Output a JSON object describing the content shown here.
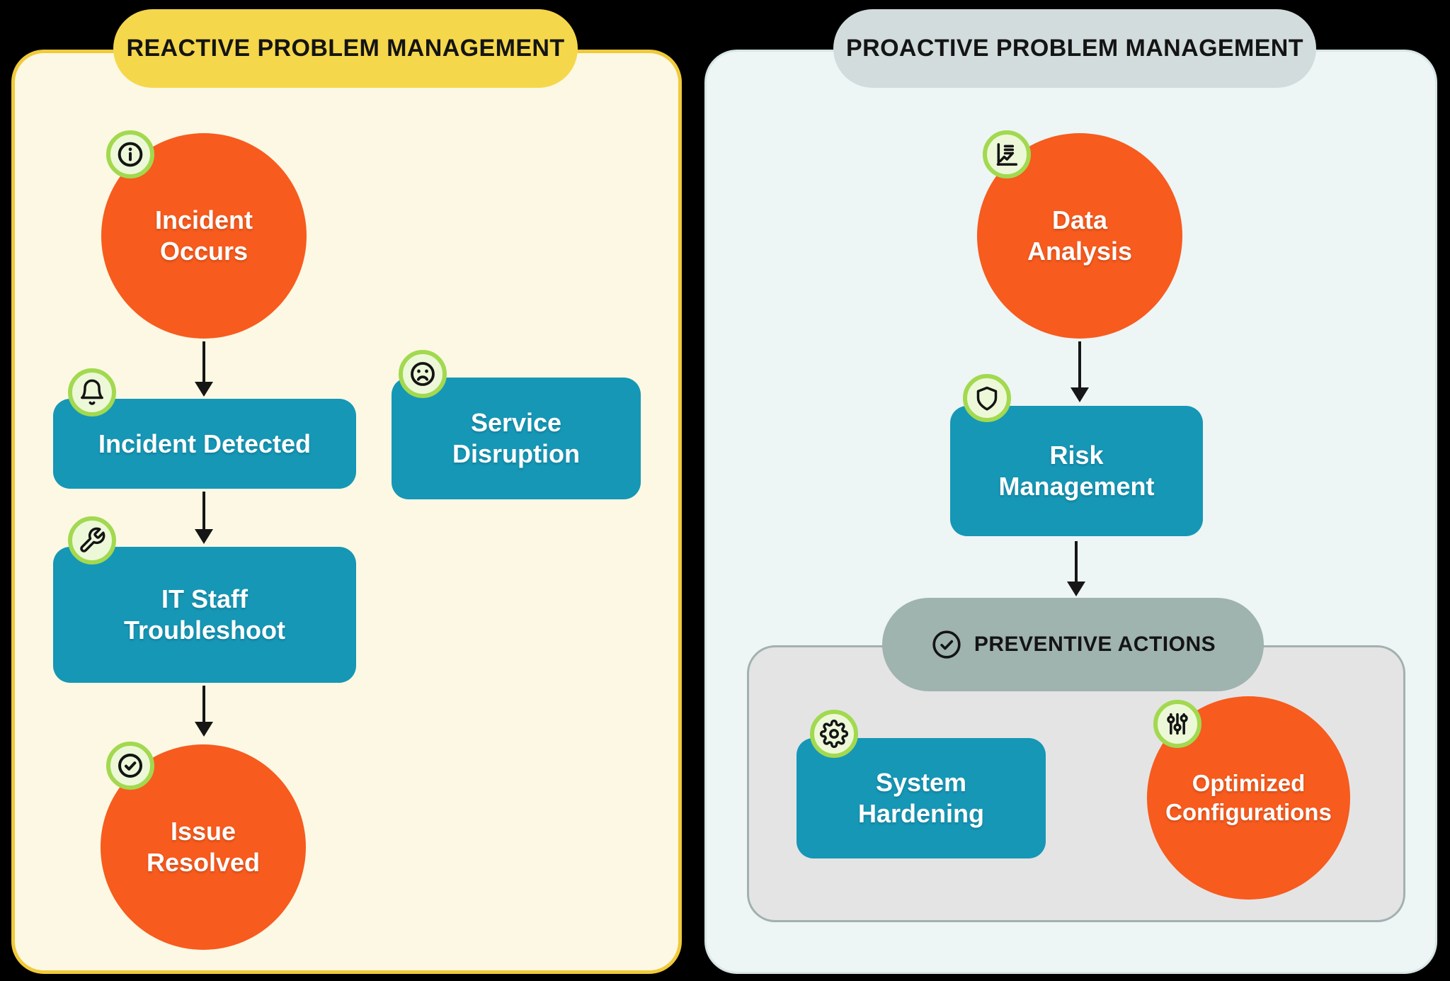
{
  "colors": {
    "background": "#000000",
    "reactive_panel_fill": "#FCF8E3",
    "reactive_panel_border": "#F0CA3A",
    "reactive_header_fill": "#F5D74B",
    "proactive_panel_fill": "#EDF5F5",
    "proactive_header_fill": "#D2DCDC",
    "node_teal": "#1697B6",
    "node_orange": "#F75B1E",
    "badge_fill": "#EDF8D8",
    "badge_ring": "#A2D94F",
    "preventive_pill_fill": "#9FB3AF",
    "preventive_container_fill": "#E4E4E5",
    "preventive_container_border": "#A3B0B0",
    "arrow_color": "#161616",
    "text_dark": "#141414",
    "text_light": "#FFFFFF"
  },
  "reactive": {
    "title": "REACTIVE PROBLEM MANAGEMENT",
    "nodes": {
      "incident_occurs": {
        "label": "Incident Occurs",
        "shape": "circle",
        "icon": "info-icon"
      },
      "incident_detected": {
        "label": "Incident Detected",
        "shape": "rounded-rect",
        "icon": "bell-icon"
      },
      "it_staff_troubleshoot": {
        "label": "IT Staff Troubleshoot",
        "shape": "rounded-rect",
        "icon": "wrench-icon"
      },
      "issue_resolved": {
        "label": "Issue Resolved",
        "shape": "circle",
        "icon": "check-circle-icon"
      },
      "service_disruption": {
        "label": "Service Disruption",
        "shape": "rounded-rect",
        "icon": "sad-face-icon"
      }
    }
  },
  "proactive": {
    "title": "PROACTIVE PROBLEM MANAGEMENT",
    "nodes": {
      "data_analysis": {
        "label": "Data Analysis",
        "shape": "circle",
        "icon": "chart-icon"
      },
      "risk_management": {
        "label": "Risk Management",
        "shape": "rounded-rect",
        "icon": "shield-icon"
      },
      "preventive_actions": {
        "label": "PREVENTIVE ACTIONS",
        "shape": "pill",
        "icon": "check-circle-icon"
      },
      "system_hardening": {
        "label": "System Hardening",
        "shape": "rounded-rect",
        "icon": "gear-icon"
      },
      "optimized_configurations": {
        "label": "Optimized Configurations",
        "shape": "circle",
        "icon": "sliders-icon"
      }
    }
  }
}
